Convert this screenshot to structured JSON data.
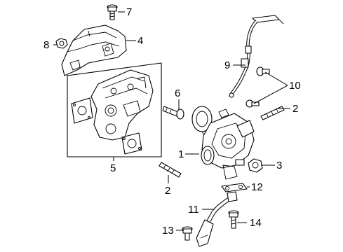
{
  "diagram": {
    "callouts": [
      {
        "id": "c1",
        "label": "1"
      },
      {
        "id": "c2a",
        "label": "2"
      },
      {
        "id": "c2b",
        "label": "2"
      },
      {
        "id": "c3",
        "label": "3"
      },
      {
        "id": "c4",
        "label": "4"
      },
      {
        "id": "c5",
        "label": "5"
      },
      {
        "id": "c6",
        "label": "6"
      },
      {
        "id": "c7",
        "label": "7"
      },
      {
        "id": "c8",
        "label": "8"
      },
      {
        "id": "c9",
        "label": "9"
      },
      {
        "id": "c10",
        "label": "10"
      },
      {
        "id": "c11",
        "label": "11"
      },
      {
        "id": "c12",
        "label": "12"
      },
      {
        "id": "c13",
        "label": "13"
      },
      {
        "id": "c14",
        "label": "14"
      }
    ]
  }
}
